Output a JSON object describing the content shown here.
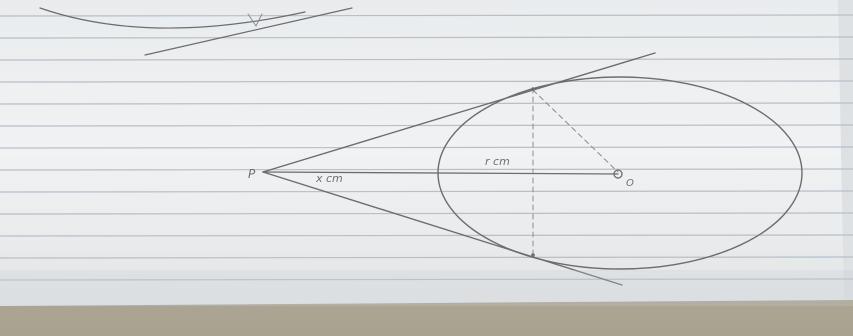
{
  "photo": {
    "subject": "notebook-page-sketch",
    "colors": {
      "paper": "#eef0f1",
      "paper_shadow": "#d8dcdf",
      "ruled_line": "#b4bdc8",
      "pencil": "#6d6d6f",
      "table_surface": "#b9b3a4"
    }
  },
  "sketch": {
    "labels": {
      "point": "P",
      "center": "O",
      "distance": "x cm",
      "radius": "r cm"
    }
  }
}
